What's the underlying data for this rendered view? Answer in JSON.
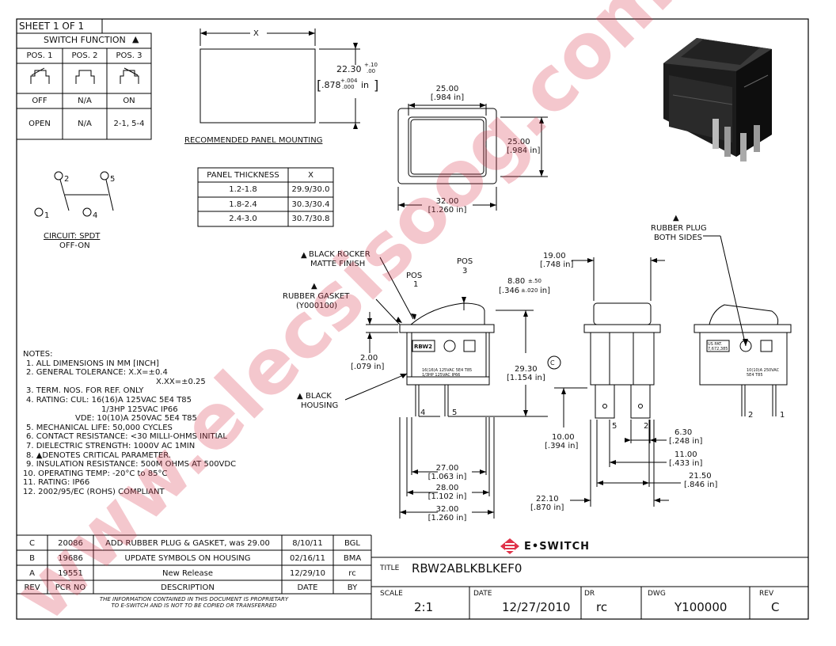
{
  "sheet": "SHEET 1 OF 1",
  "switch_function": {
    "title": "SWITCH FUNCTION",
    "positions": [
      "POS. 1",
      "POS. 2",
      "POS. 3"
    ],
    "states": [
      "OFF",
      "N/A",
      "ON"
    ],
    "circuits": [
      "OPEN",
      "N/A",
      "2-1, 5-4"
    ]
  },
  "circuit": {
    "terminals": [
      "2",
      "5",
      "1",
      "4"
    ],
    "label": "CIRCUIT: SPDT",
    "mode": "OFF-ON"
  },
  "panel_mounting": {
    "label": "RECOMMENDED PANEL MOUNTING",
    "dim_x": "X",
    "dim_height_mm": "22.30",
    "tol_height_mm_plus": "+.10",
    "tol_height_mm_minus": ".00",
    "dim_height_in": ".878",
    "tol_height_in_plus": "+.004",
    "tol_height_in_minus": ".000",
    "in_unit": "in"
  },
  "panel_thickness": {
    "headers": [
      "PANEL THICKNESS",
      "X"
    ],
    "rows": [
      [
        "1.2-1.8",
        "29.9/30.0"
      ],
      [
        "1.8-2.4",
        "30.3/30.4"
      ],
      [
        "2.4-3.0",
        "30.7/30.8"
      ]
    ]
  },
  "front_view": {
    "width_top": "25.00",
    "width_top_in": "[.984 in]",
    "height_right": "25.00",
    "height_right_in": "[.984 in]",
    "width_bottom": "32.00",
    "width_bottom_in": "[1.260 in]"
  },
  "callouts": {
    "black_rocker": "BLACK ROCKER",
    "matte_finish": "MATTE FINISH",
    "rubber_gasket": "RUBBER GASKET",
    "gasket_part": "(Y000100)",
    "black_housing_1": "BLACK",
    "black_housing_2": "HOUSING",
    "rubber_plug_1": "RUBBER PLUG",
    "rubber_plug_2": "BOTH SIDES",
    "pos1": "POS\n1",
    "pos3": "POS\n3",
    "pos_word": "POS",
    "pos1_num": "1",
    "pos3_num": "3",
    "c_mark": "C"
  },
  "side_dims": {
    "d_200": "2.00",
    "d_200_in": "[.079 in]",
    "d_2930": "29.30",
    "d_2930_in": "[1.154 in]",
    "d_880": "8.80",
    "d_880_tol": "±.50",
    "d_880_in_pre": "[.346",
    "d_880_in_tol": "±.020",
    "d_880_in_post": "in]",
    "d_1900": "19.00",
    "d_1900_in": "[.748 in]",
    "d_2700": "27.00",
    "d_2700_in": "[1.063 in]",
    "d_2800": "28.00",
    "d_2800_in": "[1.102 in]",
    "d_3200": "32.00",
    "d_3200_in": "[1.260 in]",
    "d_1000": "10.00",
    "d_1000_in": "[.394 in]",
    "d_630": "6.30",
    "d_630_in": "[.248 in]",
    "d_1100": "11.00",
    "d_1100_in": "[.433 in]",
    "d_2150": "21.50",
    "d_2150_in": "[.846 in]",
    "d_2210": "22.10",
    "d_2210_in": "[.870 in]",
    "term_4": "4",
    "term_5": "5",
    "term_5b": "5",
    "term_2": "2",
    "term_2b": "2",
    "term_1": "1"
  },
  "housing_marks": {
    "brand": "RBW2",
    "rating_a": "16(16)A 125VAC 5E4 T85",
    "rating_b": "1/3HP 125VAC IP66",
    "us_pat": "US PAT. 7,672,385",
    "rating_c": "10(10)A 250VAC",
    "rating_d": "5E4 T85"
  },
  "notes": {
    "header": "NOTES:",
    "lines": [
      "1. ALL DIMENSIONS IN MM [INCH]",
      "2. GENERAL TOLERANCE: X.X=±0.4",
      "X.XX=±0.25",
      "3. TERM. NOS. FOR REF. ONLY",
      "4. RATING: CUL:  16(16)A 125VAC 5E4 T85",
      "1/3HP 125VAC IP66",
      "VDE:  10(10)A  250VAC 5E4 T85",
      "5. MECHANICAL LIFE: 50,000 CYCLES",
      "6. CONTACT RESISTANCE: <30 MILLI-OHMS INITIAL",
      "7. DIELECTRIC STRENGTH: 1000V AC 1MIN",
      "8. ▲DENOTES CRITICAL PARAMETER.",
      "9. INSULATION RESISTANCE: 500M OHMS AT 500VDC",
      "10. OPERATING TEMP: -20°C to 85°C",
      "11. RATING: IP66",
      "12. 2002/95/EC (ROHS) COMPLIANT"
    ]
  },
  "revisions": {
    "rows": [
      [
        "C",
        "20086",
        "ADD RUBBER PLUG & GASKET, was 29.00",
        "8/10/11",
        "BGL"
      ],
      [
        "B",
        "19686",
        "UPDATE SYMBOLS ON HOUSING",
        "02/16/11",
        "BMA"
      ],
      [
        "A",
        "19551",
        "New Release",
        "12/29/10",
        "rc"
      ]
    ],
    "headers": [
      "REV",
      "PCR NO",
      "DESCRIPTION",
      "DATE",
      "BY"
    ],
    "disclaimer_1": "THE INFORMATION CONTAINED IN THIS DOCUMENT IS PROPRIETARY",
    "disclaimer_2": "TO E-SWITCH AND IS NOT TO BE COPIED OR TRANSFERRED"
  },
  "title_block": {
    "brand": "E•SWITCH",
    "title_label": "TITLE",
    "title": "RBW2ABLKBLKEF0",
    "scale_label": "SCALE",
    "scale": "2:1",
    "date_label": "DATE",
    "date": "12/27/2010",
    "dr_label": "DR",
    "dr": "rc",
    "dwg_label": "DWG",
    "dwg": "Y100000",
    "rev_label": "REV",
    "rev": "C"
  },
  "watermark": "www.elecsisoog.com",
  "colors": {
    "watermark": "#d8374c",
    "brand": "#e0334a",
    "line": "#000000"
  }
}
